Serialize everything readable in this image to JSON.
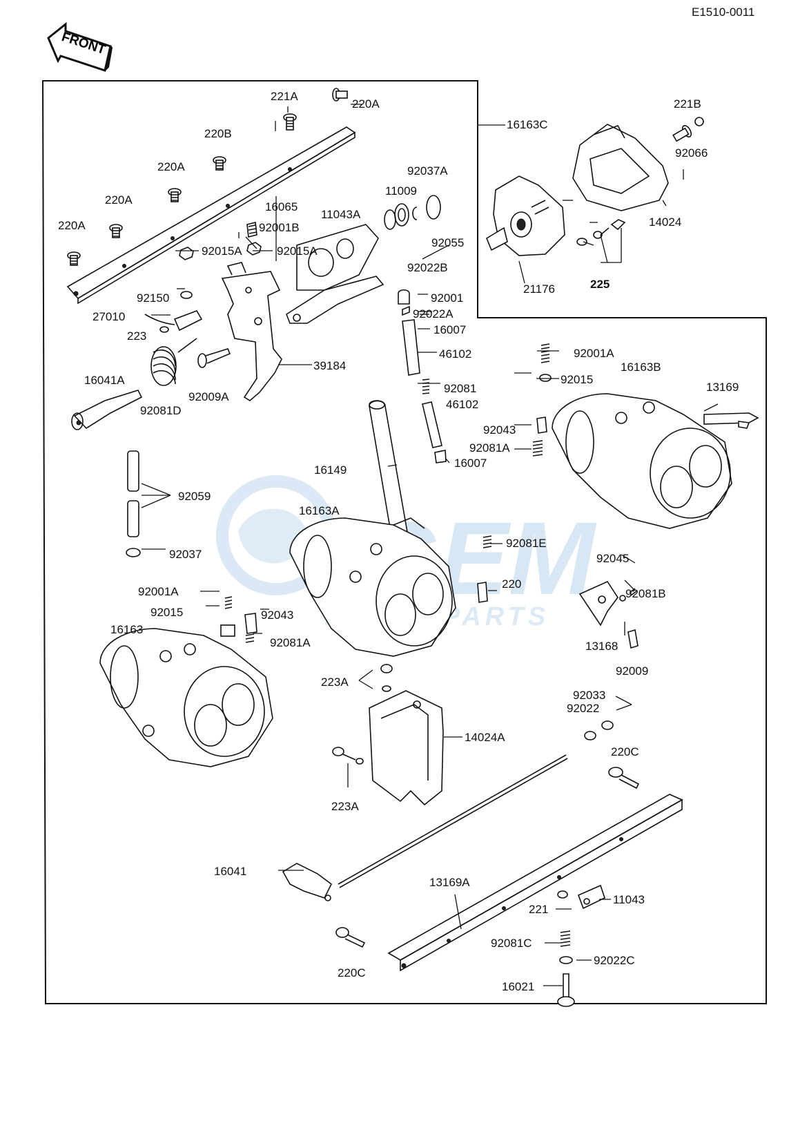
{
  "code": "E1510-0011",
  "front_arrow": {
    "text": "FRONT",
    "icon": "front-arrow-icon"
  },
  "watermark": {
    "brand": "GEM",
    "sub": "MOTORPARTS",
    "color": "#cfe3f2"
  },
  "parts": {
    "p221A": "221A",
    "p220A_1": "220A",
    "p16163C": "16163C",
    "p221B": "221B",
    "p220B": "220B",
    "p92066": "92066",
    "p220A_2": "220A",
    "p92037A": "92037A",
    "p220A_3": "220A",
    "p11009": "11009",
    "p16065": "16065",
    "p11043A": "11043A",
    "p92001B": "92001B",
    "p220A_4": "220A",
    "p92055": "92055",
    "p14024": "14024",
    "p92015A_1": "92015A",
    "p92015A_2": "92015A",
    "p92022B": "92022B",
    "p21176": "21176",
    "p225": "225",
    "p92150": "92150",
    "p92001": "92001",
    "p27010": "27010",
    "p92022A": "92022A",
    "p223": "223",
    "p16007_1": "16007",
    "p46102_1": "46102",
    "p39184": "39184",
    "p92001A_1": "92001A",
    "p16041A": "16041A",
    "p92015_1": "92015",
    "p16163B": "16163B",
    "p92009A": "92009A",
    "p92081": "92081",
    "p13169": "13169",
    "p92081D": "92081D",
    "p46102_2": "46102",
    "p92043_1": "92043",
    "p92081A_1": "92081A",
    "p16149": "16149",
    "p16007_2": "16007",
    "p92059": "92059",
    "p16163A": "16163A",
    "p92081E": "92081E",
    "p92037": "92037",
    "p92045": "92045",
    "p220": "220",
    "p92001A_2": "92001A",
    "p92081B": "92081B",
    "p92015_2": "92015",
    "p92043_2": "92043",
    "p16163": "16163",
    "p92081A_2": "92081A",
    "p13168": "13168",
    "p92009": "92009",
    "p223A_1": "223A",
    "p92033": "92033",
    "p92022": "92022",
    "p14024A": "14024A",
    "p220C_1": "220C",
    "p223A_2": "223A",
    "p16041": "16041",
    "p13169A": "13169A",
    "p11043": "11043",
    "p221": "221",
    "p92081C": "92081C",
    "p92022C": "92022C",
    "p220C_2": "220C",
    "p16021": "16021"
  }
}
